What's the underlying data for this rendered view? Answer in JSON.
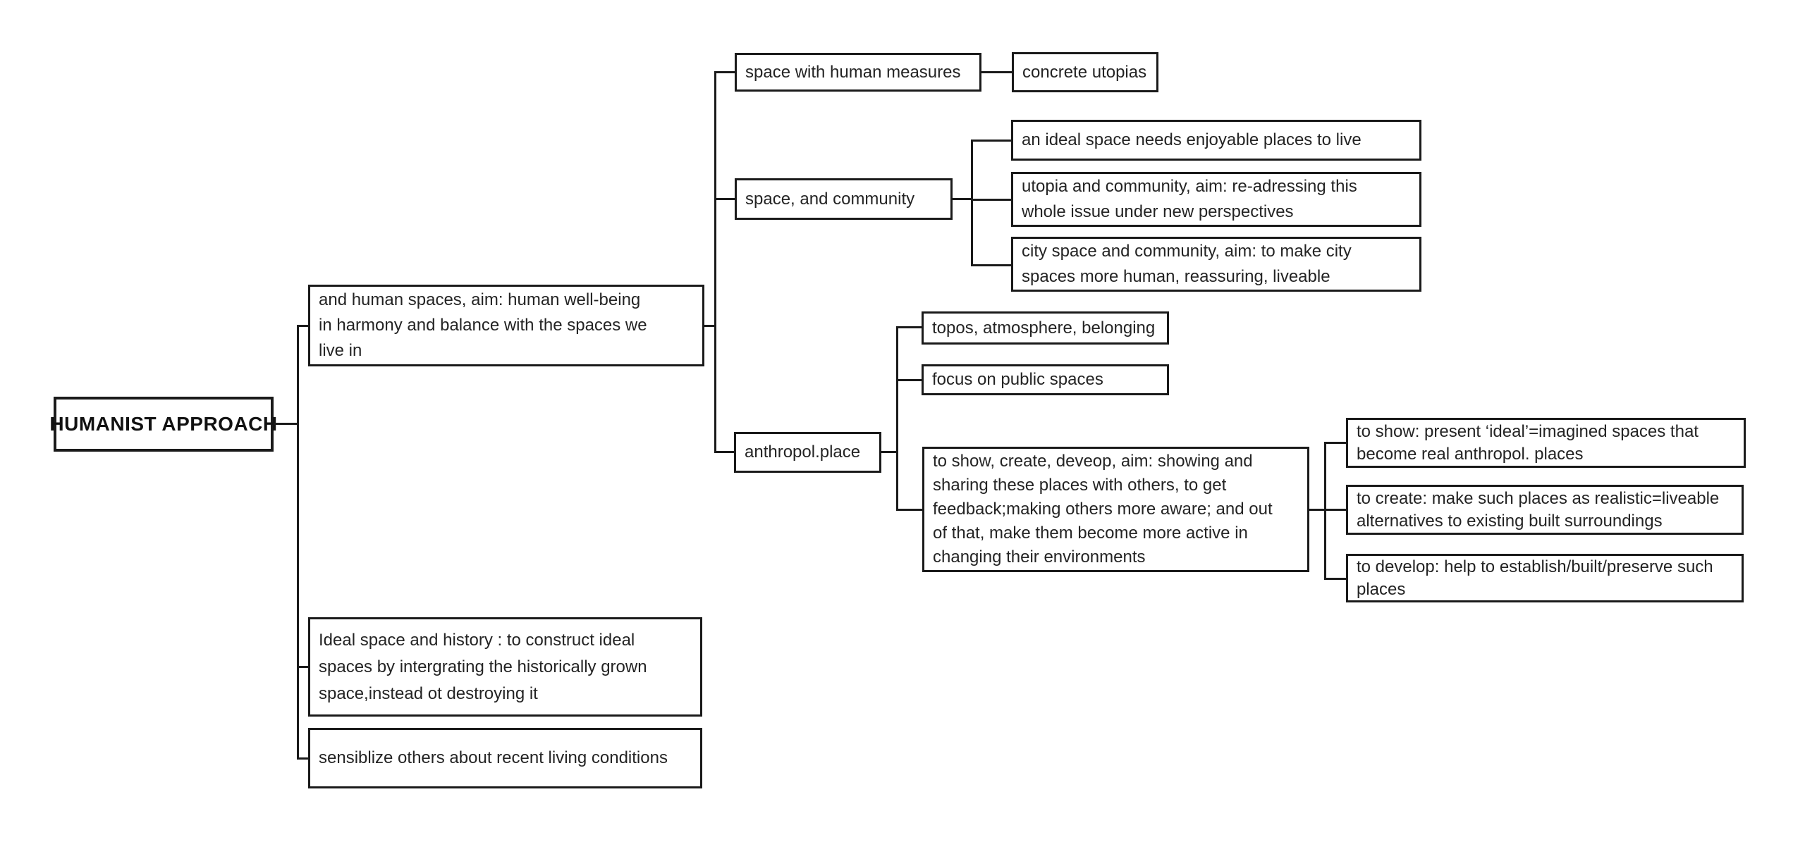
{
  "colors": {
    "ink": "#1a1a1a",
    "background": "#ffffff"
  },
  "diagram": {
    "root": {
      "label": "HUMANIST APPROACH"
    },
    "nodes": {
      "human_spaces": {
        "label": "and human spaces, aim: human well-being\nin harmony and balance with the spaces we\nlive in"
      },
      "ideal_space_history": {
        "label": "Ideal space and history : to construct ideal\nspaces by intergrating the historically grown\nspace,instead ot destroying it"
      },
      "sensiblize": {
        "label": "sensiblize others about recent living conditions"
      },
      "space_with_human_measures": {
        "label": "space with human measures"
      },
      "concrete_utopias": {
        "label": "concrete utopias"
      },
      "space_and_community": {
        "label": "space, and community"
      },
      "ideal_space_enjoyable": {
        "label": "an ideal space needs enjoyable places to live"
      },
      "utopia_and_community": {
        "label": "utopia and community, aim: re-adressing this\nwhole issue under new perspectives"
      },
      "city_space_and_community": {
        "label": "city space and community, aim: to make city\nspaces more human, reassuring, liveable"
      },
      "anthropol_place": {
        "label": "anthropol.place"
      },
      "topos_atmosphere_belonging": {
        "label": "topos, atmosphere, belonging"
      },
      "focus_on_public_spaces": {
        "label": "focus on public spaces"
      },
      "show_create_develop": {
        "label": "to show, create, deveop, aim: showing and\nsharing these places with others, to get\nfeedback;making others more aware; and out\nof that, make them become more active in\nchanging their environments"
      },
      "to_show": {
        "label": "to show: present ‘ideal’=imagined spaces that\nbecome real anthropol. places"
      },
      "to_create": {
        "label": "to create: make such places as realistic=liveable\nalternatives to existing built surroundings"
      },
      "to_develop": {
        "label": "to develop: help to establish/built/preserve such\nplaces"
      }
    }
  }
}
